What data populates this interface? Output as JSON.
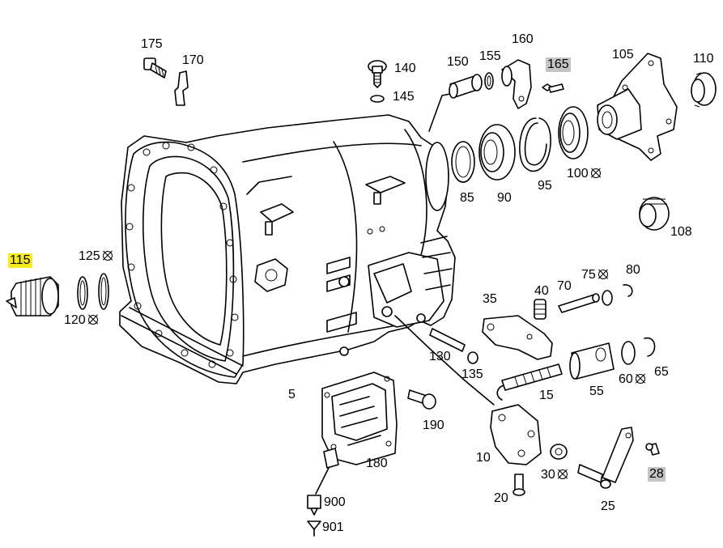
{
  "diagram": {
    "labels": [
      {
        "id": "175",
        "text": "175"
      },
      {
        "id": "170",
        "text": "170"
      },
      {
        "id": "140",
        "text": "140"
      },
      {
        "id": "145",
        "text": "145"
      },
      {
        "id": "150",
        "text": "150"
      },
      {
        "id": "155",
        "text": "155"
      },
      {
        "id": "160",
        "text": "160"
      },
      {
        "id": "165",
        "text": "165"
      },
      {
        "id": "105",
        "text": "105"
      },
      {
        "id": "110",
        "text": "110"
      },
      {
        "id": "85",
        "text": "85"
      },
      {
        "id": "90",
        "text": "90"
      },
      {
        "id": "95",
        "text": "95"
      },
      {
        "id": "100",
        "text": "100"
      },
      {
        "id": "108",
        "text": "108"
      },
      {
        "id": "115",
        "text": "115"
      },
      {
        "id": "125",
        "text": "125"
      },
      {
        "id": "120",
        "text": "120"
      },
      {
        "id": "75",
        "text": "75"
      },
      {
        "id": "80",
        "text": "80"
      },
      {
        "id": "40",
        "text": "40"
      },
      {
        "id": "70",
        "text": "70"
      },
      {
        "id": "35",
        "text": "35"
      },
      {
        "id": "130",
        "text": "130"
      },
      {
        "id": "135",
        "text": "135"
      },
      {
        "id": "15",
        "text": "15"
      },
      {
        "id": "55",
        "text": "55"
      },
      {
        "id": "60",
        "text": "60"
      },
      {
        "id": "65",
        "text": "65"
      },
      {
        "id": "5",
        "text": "5"
      },
      {
        "id": "190",
        "text": "190"
      },
      {
        "id": "10",
        "text": "10"
      },
      {
        "id": "180",
        "text": "180"
      },
      {
        "id": "30",
        "text": "30"
      },
      {
        "id": "28",
        "text": "28"
      },
      {
        "id": "20",
        "text": "20"
      },
      {
        "id": "25",
        "text": "25"
      },
      {
        "id": "900",
        "text": "900"
      },
      {
        "id": "901",
        "text": "901"
      }
    ],
    "highlight_colors": {
      "yellow": "#f4ea1e",
      "gray": "#c4c4c4"
    },
    "circle_symbol_icon": "circle-x-icon"
  }
}
